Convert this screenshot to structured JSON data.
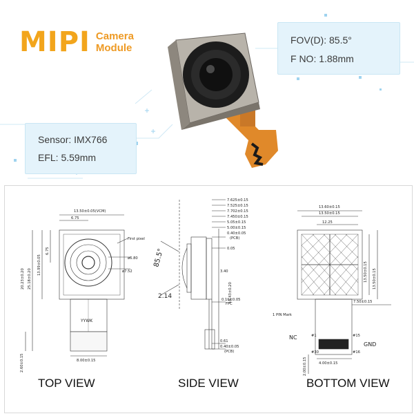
{
  "header": {
    "brand": "MIPI",
    "subtitle_line1": "Camera",
    "subtitle_line2": "Module"
  },
  "specs": {
    "fov": "FOV(D): 85.5°",
    "fno": "F NO: 1.88mm",
    "sensor": "Sensor: IMX766",
    "efl": "EFL: 5.59mm"
  },
  "drawing": {
    "top_view": {
      "label": "TOP VIEW",
      "dims": [
        "13.50±0.05(VCM)",
        "6.75",
        "20.23±0.20",
        "25.18±0.20",
        "13.99±0.05",
        "6.75",
        "First pixel",
        "ø6.80",
        "ø7.52",
        "YYWK",
        "8.00±0.15",
        "2.60±0.15"
      ]
    },
    "side_view": {
      "label": "SIDE VIEW",
      "dims": [
        "7.625±0.15",
        "7.525±0.15",
        "7.702±0.15",
        "7.450±0.15",
        "5.05±0.15",
        "5.00±0.15",
        "0.40±0.05",
        "(PCB)",
        "0.05",
        "85.5°",
        "2.14",
        "3.40",
        "16.43±0.20",
        "0.10±0.05",
        "FPC",
        "0.61",
        "0.40±0.05",
        "(PCB)"
      ]
    },
    "bottom_view": {
      "label": "BOTTOM VIEW",
      "dims": [
        "13.60±0.15",
        "13.50±0.15",
        "12.25",
        "13.50±0.15",
        "13.50±0.15",
        "7.50±0.15",
        "1 PIN Mark",
        "NC",
        "GND",
        "4.00±0.15",
        "2.00±0.15",
        "#15",
        "#16",
        "#30",
        "#1"
      ]
    }
  }
}
